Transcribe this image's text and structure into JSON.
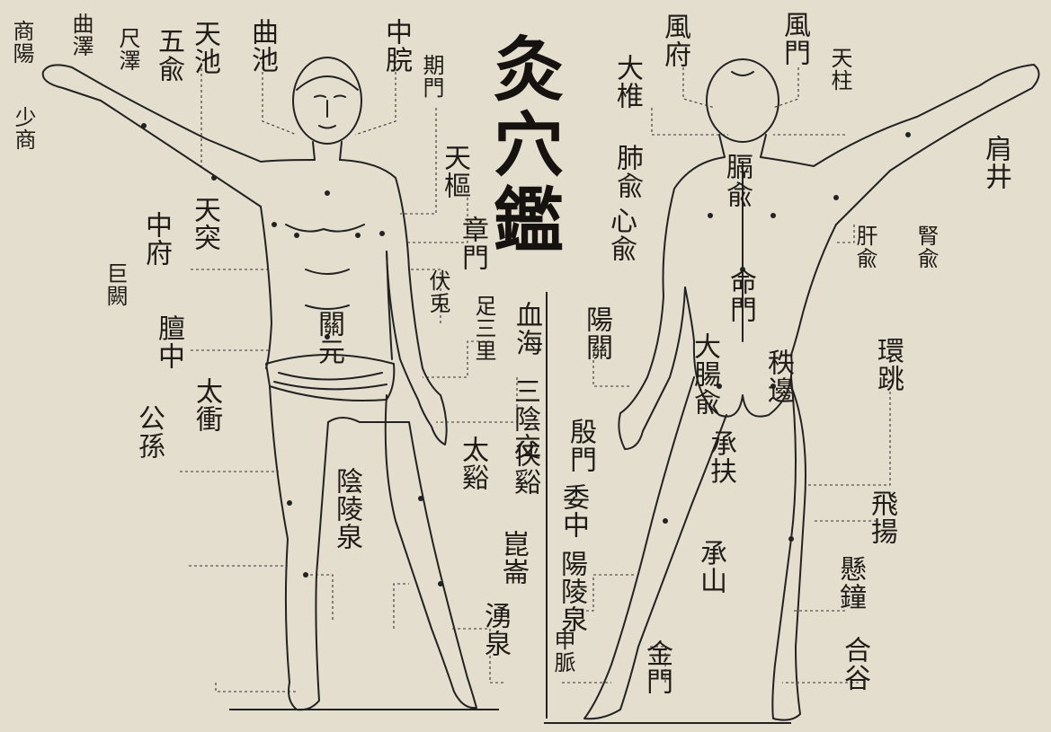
{
  "title": "灸穴鑑",
  "front_labels": {
    "shangyang": "商陽",
    "quze": "曲澤",
    "shaoshang": "少商",
    "chize": "尺澤",
    "wuyu": "五兪",
    "tianchi": "天池",
    "quchi": "曲池",
    "zhongwan": "中脘",
    "qimen": "期門",
    "guanyuan": "關元",
    "tianshu": "天樞",
    "zhangmen": "章門",
    "futu": "伏兎",
    "zusanli": "足三里",
    "xuehai": "血海",
    "yinlingquan": "陰陵泉",
    "sanyinjiao": "三陰交",
    "xiaxi": "侠谿",
    "taixi": "太谿",
    "kunlun": "崑崙",
    "yongquan": "湧泉",
    "tiantu": "天突",
    "zhongfu": "中府",
    "juque": "巨闕",
    "shanzhong": "膻中",
    "taichong": "太衝",
    "gongsun": "公孫"
  },
  "back_labels": {
    "fengfu": "風府",
    "fengmen": "風門",
    "tianzhu": "天柱",
    "dazhui": "大椎",
    "jianjing": "肩井",
    "feishu": "肺兪",
    "xinshu": "心兪",
    "geshu": "膈兪",
    "ganshu": "肝兪",
    "shenshu": "腎兪",
    "mingmen": "命門",
    "yaoyangguan": "陽關",
    "dachangshu": "大腸兪",
    "zhibian": "秩邊",
    "huantiao": "環跳",
    "chengfu": "承扶",
    "yinmen": "殷門",
    "weizhong": "委中",
    "chengshan": "承山",
    "feiyang": "飛揚",
    "yanglingquan": "陽陵泉",
    "xuanzhong": "懸鐘",
    "shenmai": "申脈",
    "jinmen": "金門",
    "hegu": "合谷"
  }
}
